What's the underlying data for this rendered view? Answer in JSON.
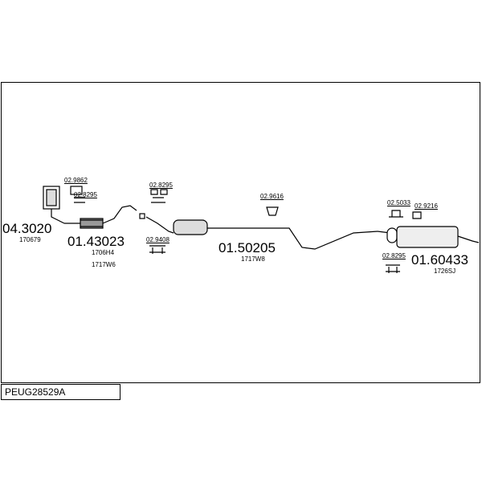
{
  "diagram": {
    "code": "PEUG28529A",
    "parts": {
      "p043020": {
        "number": "04.3020",
        "code": "170679"
      },
      "p0143023": {
        "number": "01.43023",
        "codes": [
          "1706H4",
          "1717W6"
        ]
      },
      "p0150205": {
        "number": "01.50205",
        "code": "1717W8"
      },
      "p0160433": {
        "number": "01.60433",
        "code": "1726SJ"
      }
    },
    "accessories": {
      "a029862": "02.9862",
      "a028295_1": "02.8295",
      "a028295_2": "02.8295",
      "a029408": "02.9408",
      "a029616": "02.9616",
      "a025033": "02.5033",
      "a029216": "02.9216",
      "a028295_3": "02.8295"
    }
  }
}
